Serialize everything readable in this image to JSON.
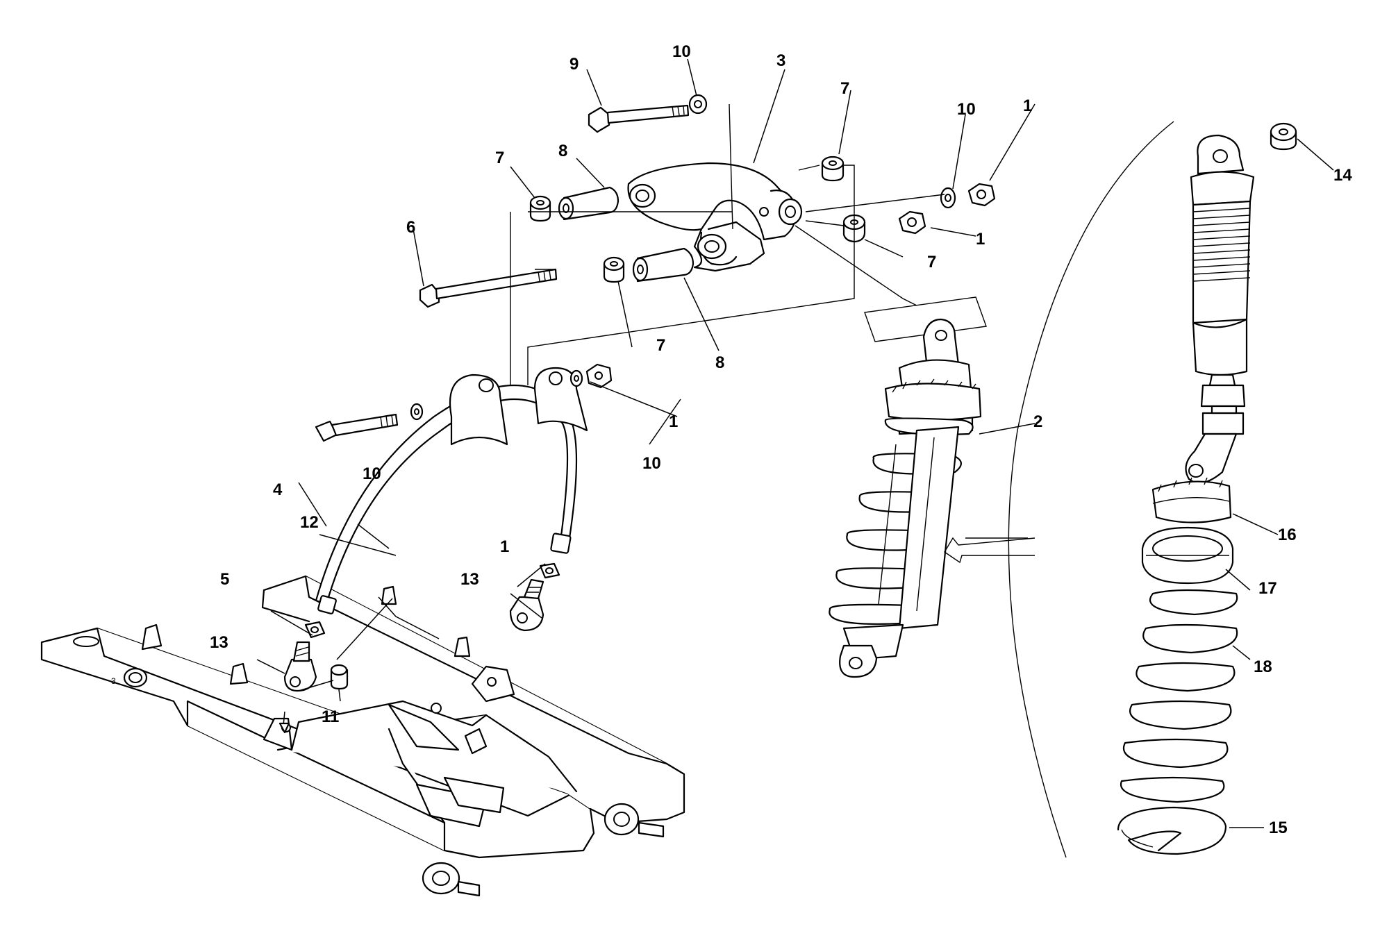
{
  "diagram": {
    "kind": "exploded-parts-view",
    "colors": {
      "line": "#000000",
      "background": "#ffffff"
    },
    "callouts": {
      "c1a": "1",
      "c1b": "1",
      "c1c": "1",
      "c1d": "1",
      "c2": "2",
      "c3": "3",
      "c4": "4",
      "c5": "5",
      "c6": "6",
      "c7a": "7",
      "c7b": "7",
      "c7c": "7",
      "c7d": "7",
      "c8a": "8",
      "c8b": "8",
      "c9": "9",
      "c10a": "10",
      "c10b": "10",
      "c10c": "10",
      "c10d": "10",
      "c11": "11",
      "c12": "12",
      "c13a": "13",
      "c13b": "13",
      "c14": "14",
      "c15": "15",
      "c16": "16",
      "c17": "17",
      "c18": "18"
    },
    "swingarm_mark": "3"
  }
}
